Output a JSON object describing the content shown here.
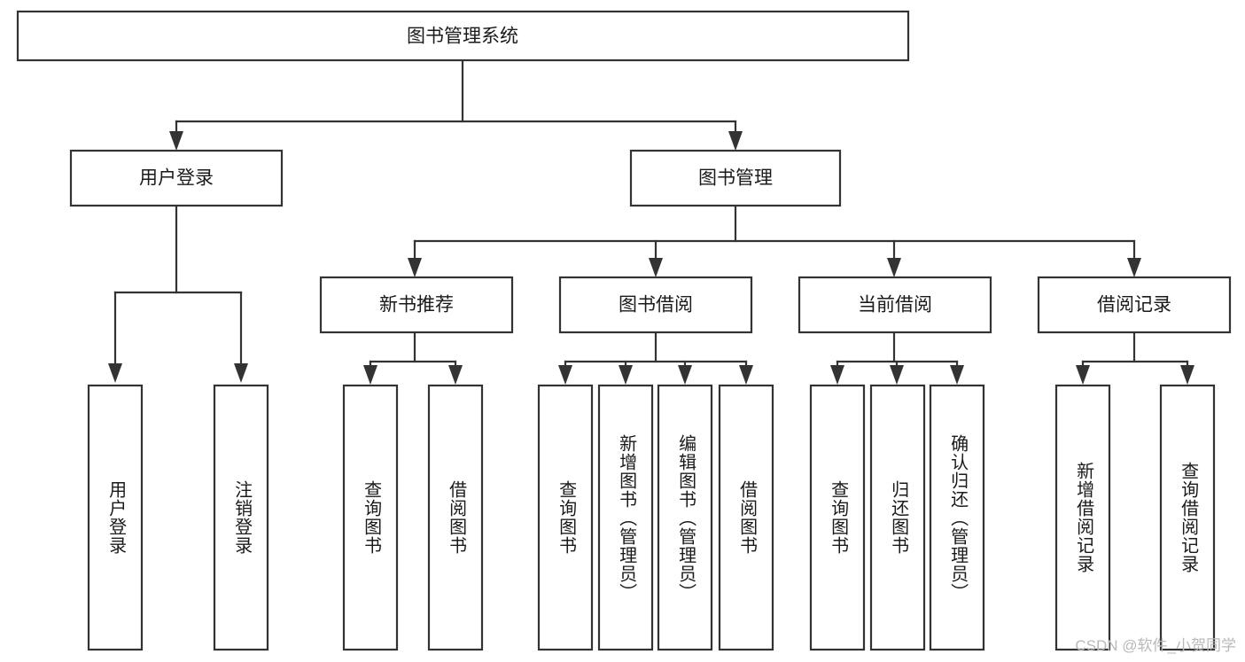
{
  "diagram": {
    "title": "图书管理系统",
    "type": "hierarchy-tree",
    "watermark": "CSDN @软件_小贺同学",
    "root": {
      "id": "root",
      "label": "图书管理系统",
      "orientation": "horizontal"
    },
    "level2": [
      {
        "id": "user-login",
        "label": "用户登录",
        "orientation": "horizontal"
      },
      {
        "id": "book-manage",
        "label": "图书管理",
        "orientation": "horizontal"
      }
    ],
    "level3": [
      {
        "id": "new-book-recommend",
        "label": "新书推荐",
        "parent": "book-manage",
        "orientation": "horizontal"
      },
      {
        "id": "book-borrow",
        "label": "图书借阅",
        "parent": "book-manage",
        "orientation": "horizontal"
      },
      {
        "id": "current-borrow",
        "label": "当前借阅",
        "parent": "book-manage",
        "orientation": "horizontal"
      },
      {
        "id": "borrow-record",
        "label": "借阅记录",
        "parent": "book-manage",
        "orientation": "horizontal"
      }
    ],
    "leaves": [
      {
        "id": "leaf-user-login",
        "label": "用户登录",
        "parent": "user-login",
        "orientation": "vertical"
      },
      {
        "id": "leaf-logout-login",
        "label": "注销登录",
        "parent": "user-login",
        "orientation": "vertical"
      },
      {
        "id": "leaf-query-book-1",
        "label": "查询图书",
        "parent": "new-book-recommend",
        "orientation": "vertical"
      },
      {
        "id": "leaf-borrow-book-1",
        "label": "借阅图书",
        "parent": "new-book-recommend",
        "orientation": "vertical"
      },
      {
        "id": "leaf-query-book-2",
        "label": "查询图书",
        "parent": "book-borrow",
        "orientation": "vertical"
      },
      {
        "id": "leaf-add-book",
        "label": "新增图书（管理员）",
        "parent": "book-borrow",
        "orientation": "vertical"
      },
      {
        "id": "leaf-edit-book",
        "label": "编辑图书（管理员）",
        "parent": "book-borrow",
        "orientation": "vertical"
      },
      {
        "id": "leaf-borrow-book-2",
        "label": "借阅图书",
        "parent": "book-borrow",
        "orientation": "vertical"
      },
      {
        "id": "leaf-query-book-3",
        "label": "查询图书",
        "parent": "current-borrow",
        "orientation": "vertical"
      },
      {
        "id": "leaf-return-book",
        "label": "归还图书",
        "parent": "current-borrow",
        "orientation": "vertical"
      },
      {
        "id": "leaf-confirm-return",
        "label": "确认归还（管理员）",
        "parent": "current-borrow",
        "orientation": "vertical"
      },
      {
        "id": "leaf-add-record",
        "label": "新增借阅记录",
        "parent": "borrow-record",
        "orientation": "vertical"
      },
      {
        "id": "leaf-query-record",
        "label": "查询借阅记录",
        "parent": "borrow-record",
        "orientation": "vertical"
      }
    ],
    "colors": {
      "background": "#ffffff",
      "box_fill": "#ffffff",
      "box_stroke": "#333333",
      "text": "#1a1a1a",
      "watermark": "#b9b9b9"
    }
  }
}
